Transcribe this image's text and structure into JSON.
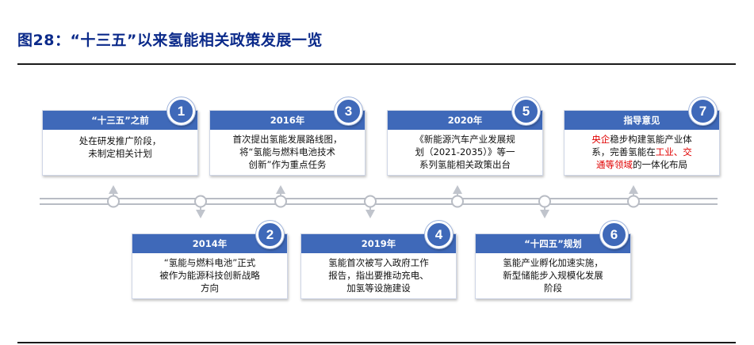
{
  "figure": {
    "title": "图28：“十三五”以来氢能相关政策发展一览"
  },
  "milestones": [
    {
      "num": "1",
      "heading": "“十三五”之前",
      "lines": [
        "处在研发推广阶段，",
        "未制定相关计划"
      ]
    },
    {
      "num": "2",
      "heading": "2014年",
      "lines": [
        "“氢能与燃料电池”正式",
        "被作为能源科技创新战略",
        "方向"
      ]
    },
    {
      "num": "3",
      "heading": "2016年",
      "lines": [
        "首次提出氢能发展路线图，",
        "将“氢能与燃料电池技术",
        "创新”作为重点任务"
      ]
    },
    {
      "num": "4",
      "heading": "2019年",
      "lines": [
        "氢能首次被写入政府工作",
        "报告，指出要推动充电、",
        "加氢等设施建设"
      ]
    },
    {
      "num": "5",
      "heading": "2020年",
      "lines": [
        "《新能源汽车产业发展规",
        "划（2021-2035）》等一",
        "系列氢能相关政策出台"
      ]
    },
    {
      "num": "6",
      "heading": "“十四五”规划",
      "lines": [
        "氢能产业孵化加速实施，",
        "新型储能步入规模化发展",
        "阶段"
      ]
    },
    {
      "num": "7",
      "heading": "指导意见",
      "line1_red1": "央企",
      "line1_rest": "稳步构建氢能产业体",
      "line2_pre": "系，完善氢能在",
      "line2_red": "工业、交",
      "line3_red": "通等领域",
      "line3_rest": "的一体化布局"
    }
  ],
  "colors": {
    "accent": "#3f69b9",
    "highlight": "#e00000",
    "title": "#0b2a8a"
  }
}
